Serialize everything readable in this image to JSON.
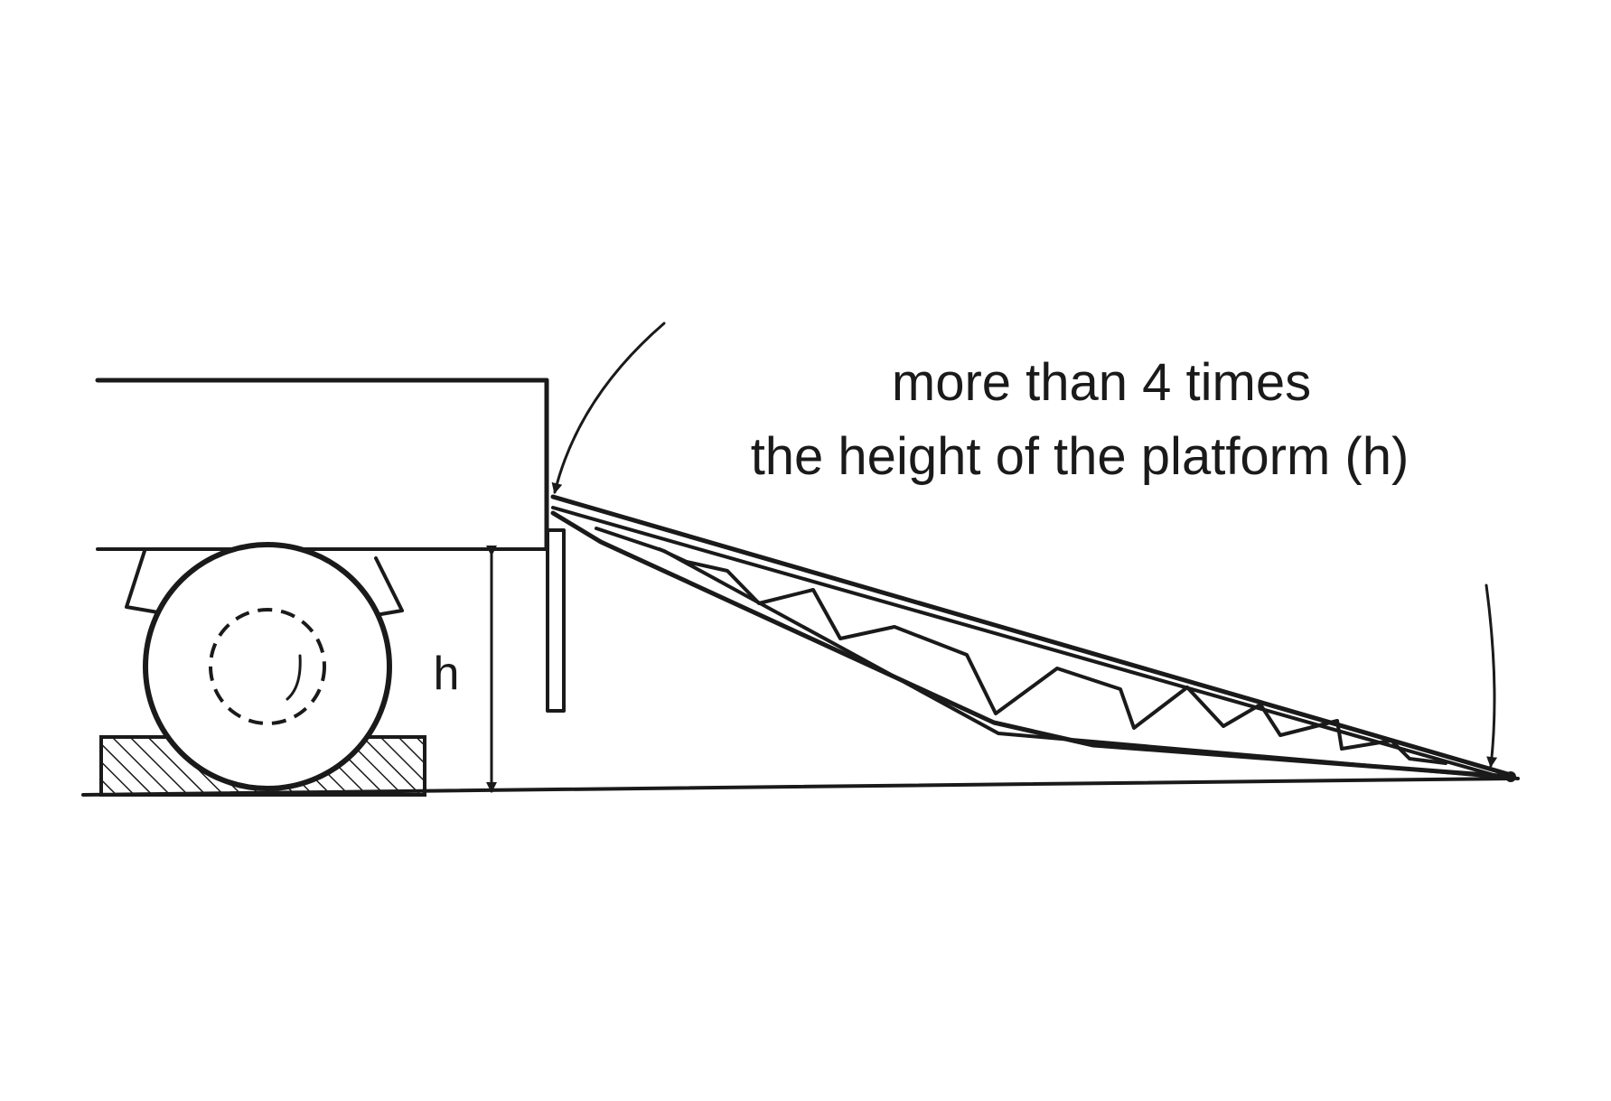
{
  "annotation": {
    "line1": "more than 4 times",
    "line2": "the height of the platform (h)"
  },
  "dimension": {
    "label": "h"
  }
}
